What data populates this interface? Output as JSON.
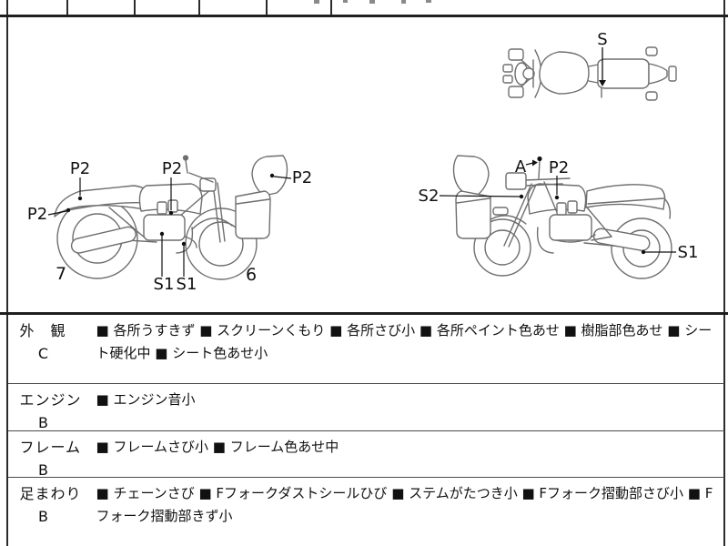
{
  "ui": {
    "bullet": "■"
  },
  "diagram_labels": {
    "top_view": {
      "seat": "S"
    },
    "left_view": {
      "tail_cowl": "P2",
      "fuel_tank": "P2",
      "rear_fender": "P2",
      "front_fairing": "P2",
      "engine": "S1",
      "exhaust": "S1",
      "rear_number": "7",
      "front_number": "6"
    },
    "right_view": {
      "front_cowl": "S2",
      "mirror": "A",
      "fuel_tank": "P2",
      "rear_wheel": "S1"
    }
  },
  "inspection": {
    "rows": [
      {
        "section": "外　観",
        "grade": "C",
        "items": [
          "各所うすきず",
          "スクリーンくもり",
          "各所さび小",
          "各所ペイント色あせ",
          "樹脂部色あせ",
          "シート硬化中",
          "シート色あせ小"
        ]
      },
      {
        "section": "エンジン",
        "grade": "B",
        "items": [
          "エンジン音小"
        ]
      },
      {
        "section": "フレーム",
        "grade": "B",
        "items": [
          "フレームさび小",
          "フレーム色あせ中"
        ]
      },
      {
        "section": "足まわり",
        "grade": "B",
        "items": [
          "チェーンさび",
          "Fフォークダストシールひび",
          "ステムがたつき小",
          "Fフォーク摺動部さび小",
          "Fフォーク摺動部きず小"
        ]
      }
    ]
  }
}
